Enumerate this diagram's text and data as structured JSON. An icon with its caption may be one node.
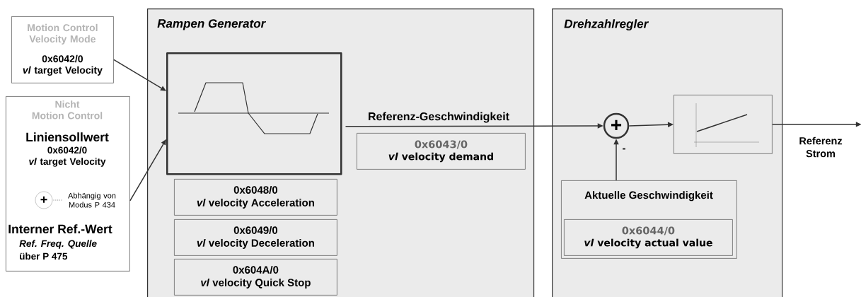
{
  "diagram": {
    "nodes": [
      {
        "text": [
          "Motion Control Velocity Mode",
          "0x6042/0",
          "*vl* target Velocity"
        ]
      },
      {
        "text": [
          "Nicht Motion Control",
          "Liniensollwert",
          "0x6042/0",
          "*vl* target Velocity",
          "Interner Ref.-Wert",
          "Ref. Freq. Quelle",
          "über P 475"
        ]
      },
      {
        "text": [
          "+"
        ],
        "in": 1
      },
      {
        "text": [
          "Abhängig von Modus P 434"
        ],
        "in": 1
      },
      {
        "text": [
          "Rampen Generator"
        ]
      },
      {
        "text": [],
        "shape": "picture",
        "in": 4
      },
      {
        "text": [
          "0x6048/0",
          "*vl* velocity Acceleration"
        ],
        "in": 4
      },
      {
        "text": [
          "0x6049/0",
          "*vl* velocity Deceleration"
        ],
        "in": 4
      },
      {
        "text": [
          "0x604A/0",
          "*vl* velocity Quick Stop"
        ],
        "in": 4
      },
      {
        "text": [
          "0x6043/0",
          "*vl* velocity demand"
        ],
        "in": 4
      },
      {
        "text": [
          "Drehzahlregler"
        ]
      },
      {
        "text": [
          "+"
        ],
        "in": 10
      },
      {
        "text": [],
        "shape": "picture",
        "in": 10
      },
      {
        "text": [
          "Aktuelle Geschwindigkeit"
        ],
        "in": 10
      },
      {
        "text": [
          "0x6044/0",
          "*vl* velocity actual value"
        ],
        "in": 13
      }
    ],
    "edges": [
      {
        "from": 0,
        "to": 5,
        "arrow": "to"
      },
      {
        "from": 1,
        "to": 5,
        "arrow": "to"
      },
      {
        "from": 3,
        "to": 2,
        "arrow": "none",
        "style": "dashed"
      },
      {
        "from": 5,
        "to": 11,
        "arrow": "to",
        "label": "Referenz-Geschwindigkeit"
      },
      {
        "from": 13,
        "to": 11,
        "arrow": "to",
        "label": "-"
      },
      {
        "from": 11,
        "to": 12,
        "arrow": "to"
      },
      {
        "from": 12,
        "to": null,
        "arrow": "to",
        "label": "Referenz Strom"
      }
    ]
  }
}
